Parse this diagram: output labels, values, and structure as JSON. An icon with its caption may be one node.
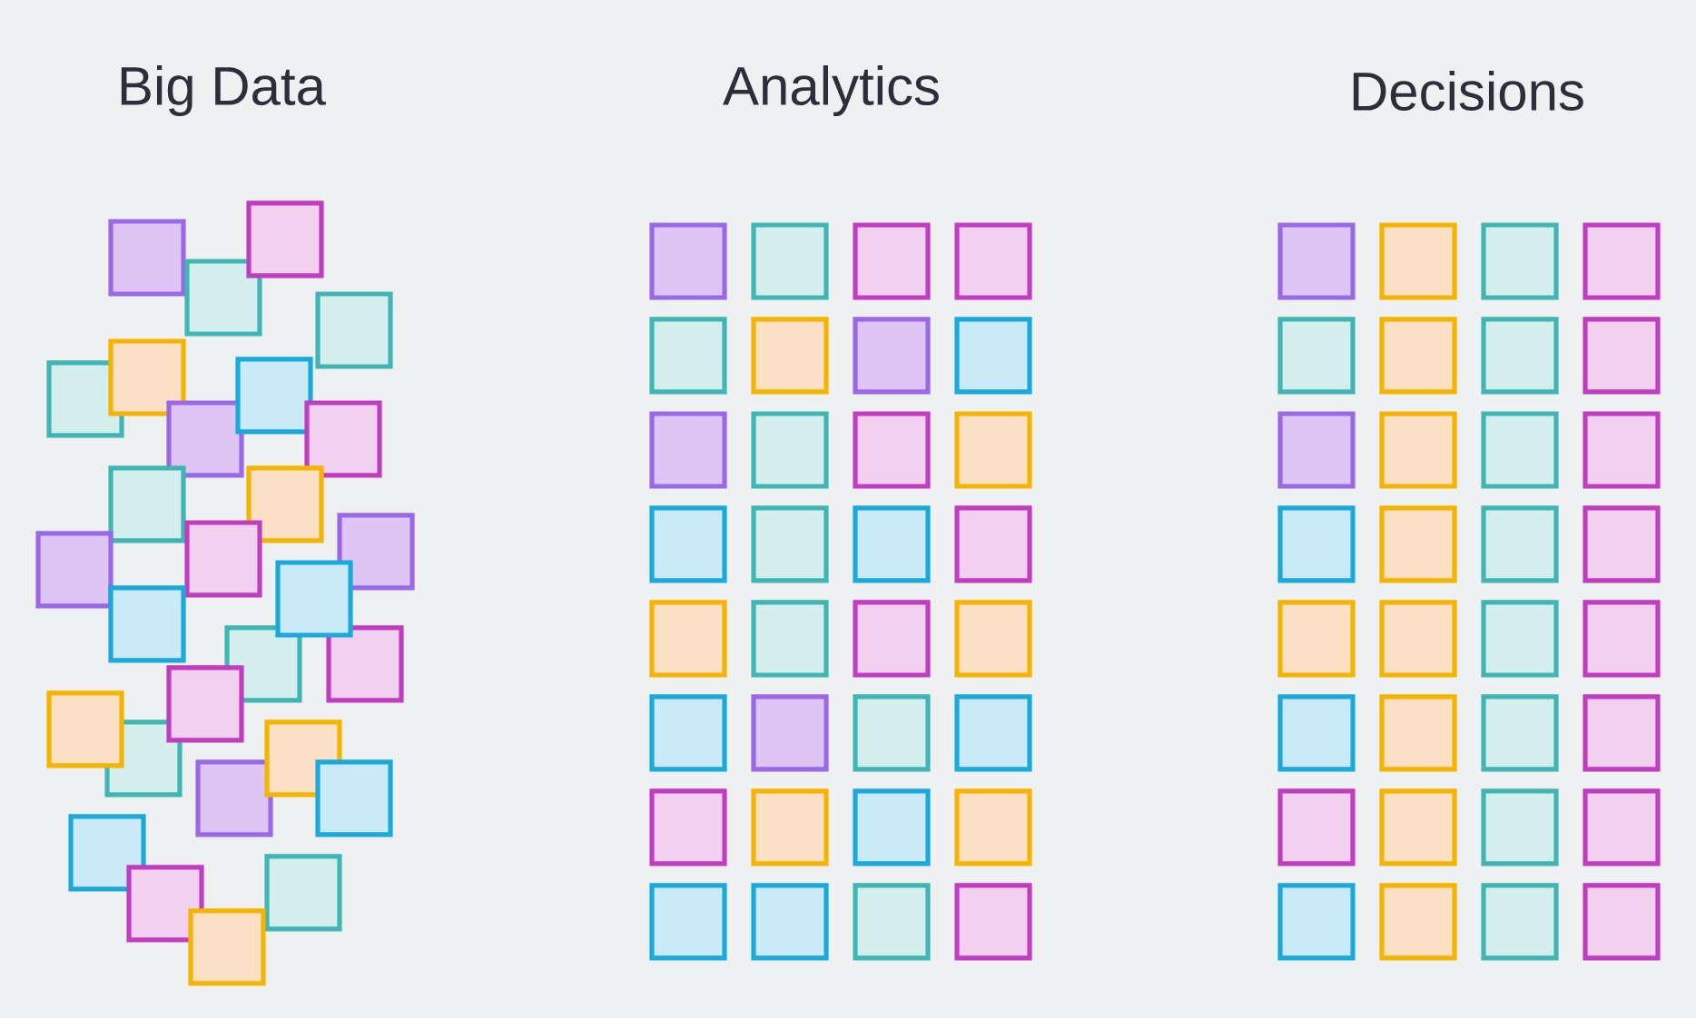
{
  "diagram": {
    "labels": [
      "Big Data",
      "Analytics",
      "Decisions"
    ]
  }
}
